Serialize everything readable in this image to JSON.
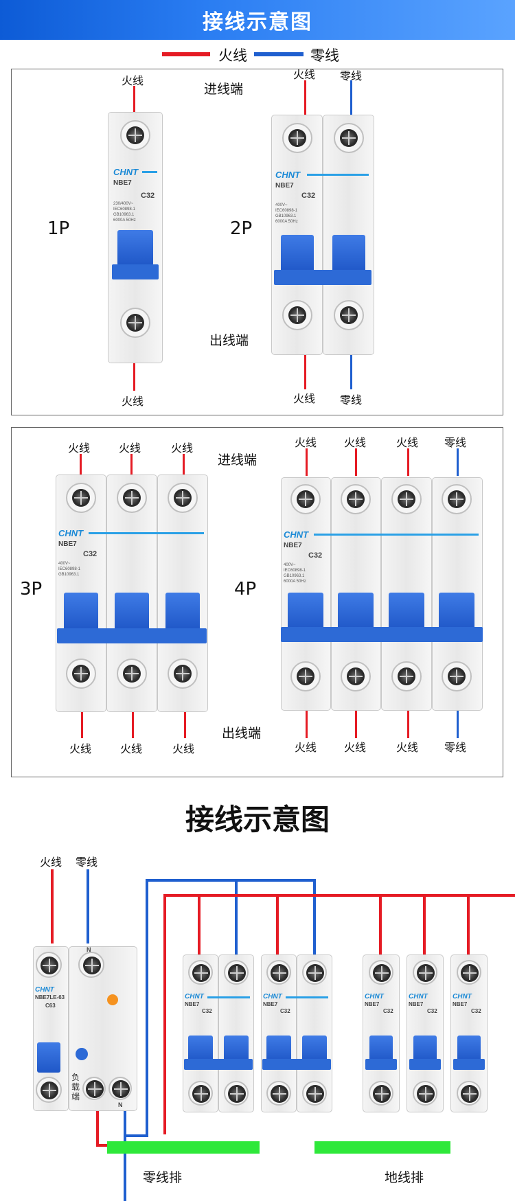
{
  "title": "接线示意图",
  "legend": {
    "live": "火线",
    "neutral": "零线"
  },
  "labels": {
    "live": "火线",
    "neutral": "零线",
    "inlet": "进线端",
    "outlet": "出线端"
  },
  "poles": {
    "p1": "1P",
    "p2": "2P",
    "p3": "3P",
    "p4": "4P"
  },
  "breaker": {
    "brand": "CHNT",
    "model": "NBE7",
    "rating": "C32",
    "spec1": "230/400V~",
    "spec2": "IEC60898-1",
    "spec3": "GB10963.1",
    "spec4": "6000A 50Hz",
    "spec_4p": "400V~"
  },
  "rcbo": {
    "model": "NBE7LE-63",
    "rating": "C63",
    "n_label": "N",
    "load_label": "负载端"
  },
  "section2_title": "接线示意图",
  "section2": {
    "top_live": "火线",
    "top_neutral": "零线",
    "neutral_bar": "零线排",
    "ground_bar": "地线排"
  },
  "colors": {
    "live": "#e51b24",
    "neutral": "#1f5fcf",
    "accent": "#2a7df2",
    "bar": "#2ee83a"
  }
}
